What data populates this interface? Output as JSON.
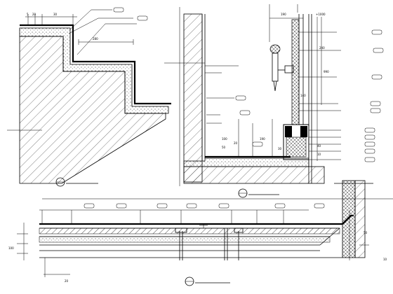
{
  "dimensions": {
    "d1_a": "5",
    "d1_b": "20",
    "d1_c": "30",
    "d1_d": "280",
    "d2_top": "190",
    "d2_level": "+1000",
    "d2_a": "240",
    "d2_b": "990",
    "d2_c": "140",
    "d2_d": "100",
    "d2_e": "20",
    "d2_f": "190",
    "d2_g": "30",
    "d2_h": "40",
    "d2_i": "50",
    "d2_j": "10",
    "d3_a": "100",
    "d3_b": "50",
    "d3_c": "10",
    "d3_d": "20"
  }
}
